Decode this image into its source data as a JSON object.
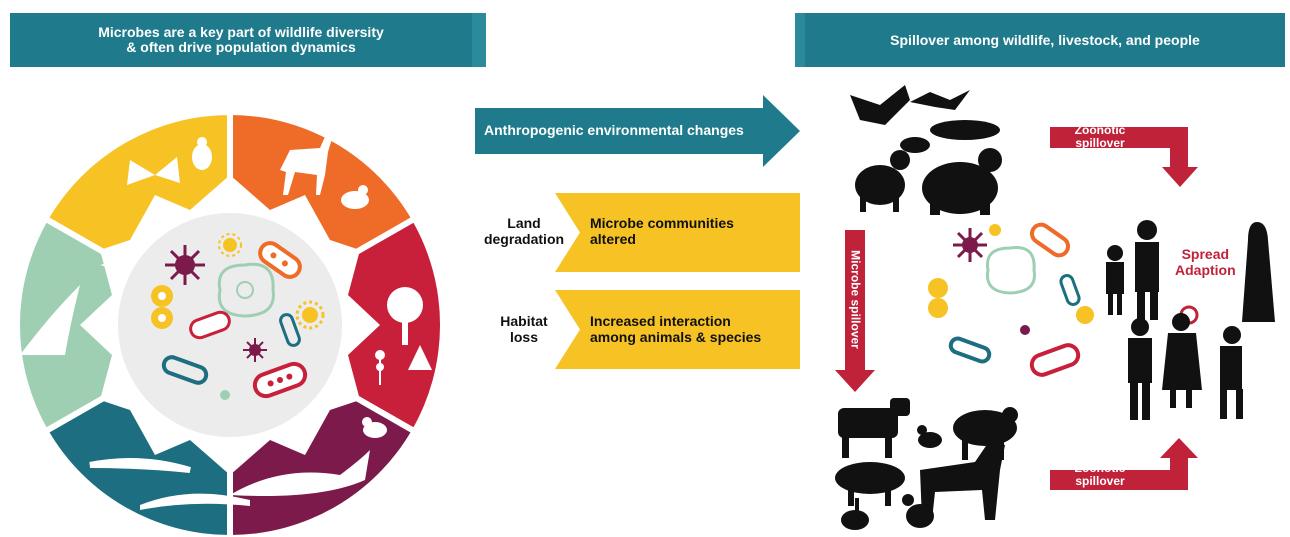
{
  "left_banner": {
    "text": "Microbes are a key part of wildlife diversity\n& often drive population dynamics"
  },
  "right_banner": {
    "text": "Spillover among wildlife, livestock, and people"
  },
  "main_arrow": {
    "label": "Anthropogenic environmental changes"
  },
  "drivers": [
    {
      "cause": "Land\ndegradation",
      "effect": "Microbe communities\naltered"
    },
    {
      "cause": "Habitat\nloss",
      "effect": "Increased interaction\namong animals & species"
    }
  ],
  "spillover": {
    "zoonotic_top": "Zoonotic\nspillover",
    "zoonotic_bottom": "Zoonotic\nspillover",
    "microbe": "Microbe spillover",
    "spread": "Spread\nAdaption"
  },
  "colors": {
    "teal": "#1f7a8c",
    "yellow": "#f6c224",
    "orange": "#ee6b28",
    "red": "#c8203a",
    "plum": "#7b1a4b",
    "sage": "#9fcfb2",
    "dark_teal": "#1d6e80",
    "spillover_red": "#c0223a"
  },
  "wheel_segments": [
    {
      "name": "insects",
      "color": "#f6c224"
    },
    {
      "name": "mammals",
      "color": "#ee6b28"
    },
    {
      "name": "plants",
      "color": "#c8203a"
    },
    {
      "name": "marine",
      "color": "#7b1a4b"
    },
    {
      "name": "reptiles",
      "color": "#1d6e80"
    },
    {
      "name": "birds",
      "color": "#9fcfb2"
    }
  ]
}
